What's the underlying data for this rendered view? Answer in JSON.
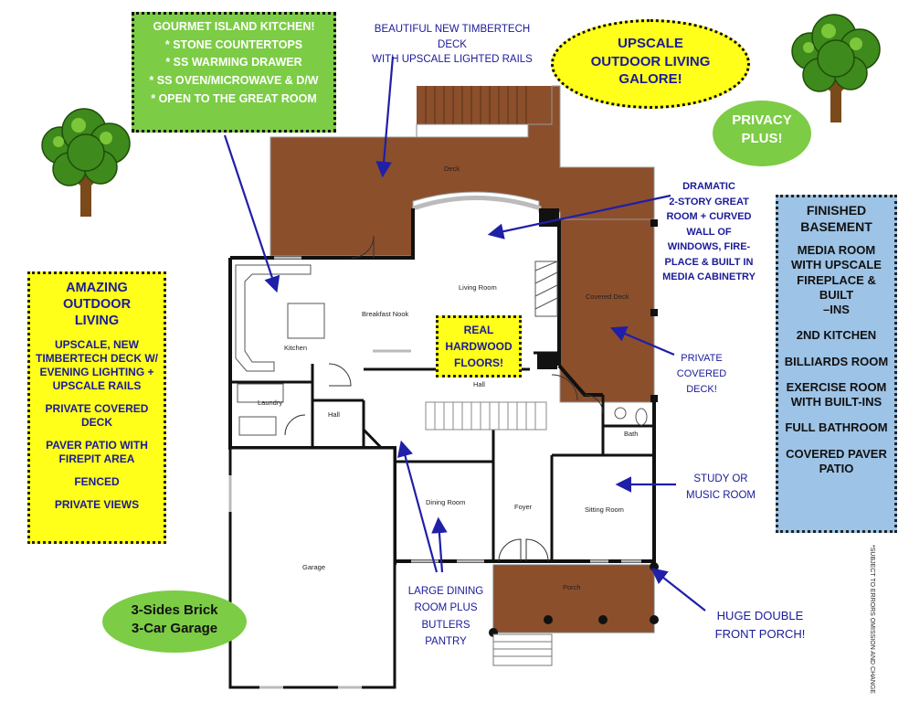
{
  "callouts": {
    "kitchen": [
      "GOURMET ISLAND KITCHEN!",
      "* STONE COUNTERTOPS",
      "* SS  WARMING DRAWER",
      "* SS OVEN/MICROWAVE & D/W",
      "* OPEN TO THE GREAT ROOM"
    ],
    "deck": [
      "BEAUTIFUL NEW TIMBERTECH DECK",
      "WITH UPSCALE LIGHTED RAILS"
    ],
    "upscale": [
      "UPSCALE",
      "OUTDOOR LIVING",
      "GALORE!"
    ],
    "privacy": [
      "PRIVACY",
      "PLUS!"
    ],
    "great_room": [
      "DRAMATIC",
      "2-STORY GREAT",
      "ROOM + CURVED",
      "WALL OF",
      "WINDOWS, FIRE-",
      "PLACE & BUILT IN",
      "MEDIA CABINETRY"
    ],
    "basement_title": [
      "FINISHED",
      "BASEMENT"
    ],
    "basement_items": [
      [
        "MEDIA ROOM",
        "WITH UPSCALE",
        "FIREPLACE & BUILT",
        "–INS"
      ],
      [
        "2ND KITCHEN"
      ],
      [
        "BILLIARDS ROOM"
      ],
      [
        "EXERCISE ROOM",
        "WITH BUILT-INS"
      ],
      [
        "FULL BATHROOM"
      ],
      [
        "COVERED PAVER",
        "PATIO"
      ]
    ],
    "amazing_title": [
      "AMAZING",
      "OUTDOOR",
      "LIVING"
    ],
    "amazing_items": [
      [
        "UPSCALE, NEW",
        "TIMBERTECH DECK W/",
        "EVENING LIGHTING +",
        "UPSCALE RAILS"
      ],
      [
        "PRIVATE COVERED",
        "DECK"
      ],
      [
        "PAVER PATIO WITH",
        "FIREPIT AREA"
      ],
      [
        "FENCED"
      ],
      [
        "PRIVATE VIEWS"
      ]
    ],
    "hardwood": [
      "REAL",
      "HARDWOOD",
      "FLOORS!"
    ],
    "private_covered": [
      "PRIVATE",
      "COVERED",
      "DECK!"
    ],
    "study": [
      "STUDY OR",
      "MUSIC ROOM"
    ],
    "dining": [
      "LARGE DINING",
      "ROOM PLUS",
      "BUTLERS",
      "PANTRY"
    ],
    "porch": [
      "HUGE DOUBLE",
      "FRONT PORCH!"
    ],
    "garage": [
      "3-Sides Brick",
      "3-Car Garage"
    ]
  },
  "rooms": {
    "deck": "Deck",
    "living_room": "Living Room",
    "covered_deck": "Covered Deck",
    "breakfast_nook": "Breakfast Nook",
    "kitchen": "Kitchen",
    "laundry": "Laundry",
    "hall_small": "Hall",
    "hall": "Hall",
    "bath": "Bath",
    "dining_room": "Dining Room",
    "foyer": "Foyer",
    "sitting_room": "Sitting Room",
    "garage": "Garage",
    "porch": "Porch"
  },
  "disclaimer": "*SUBJECT TO ERRORS OMISSION AND CHANGE",
  "colors": {
    "deck": "#8b4f2c",
    "green": "#7ccc45",
    "yellow": "#ffff1a",
    "blue_box": "#9dc3e6",
    "navy": "#1a1a9a",
    "arrow": "#1f1fa8"
  }
}
